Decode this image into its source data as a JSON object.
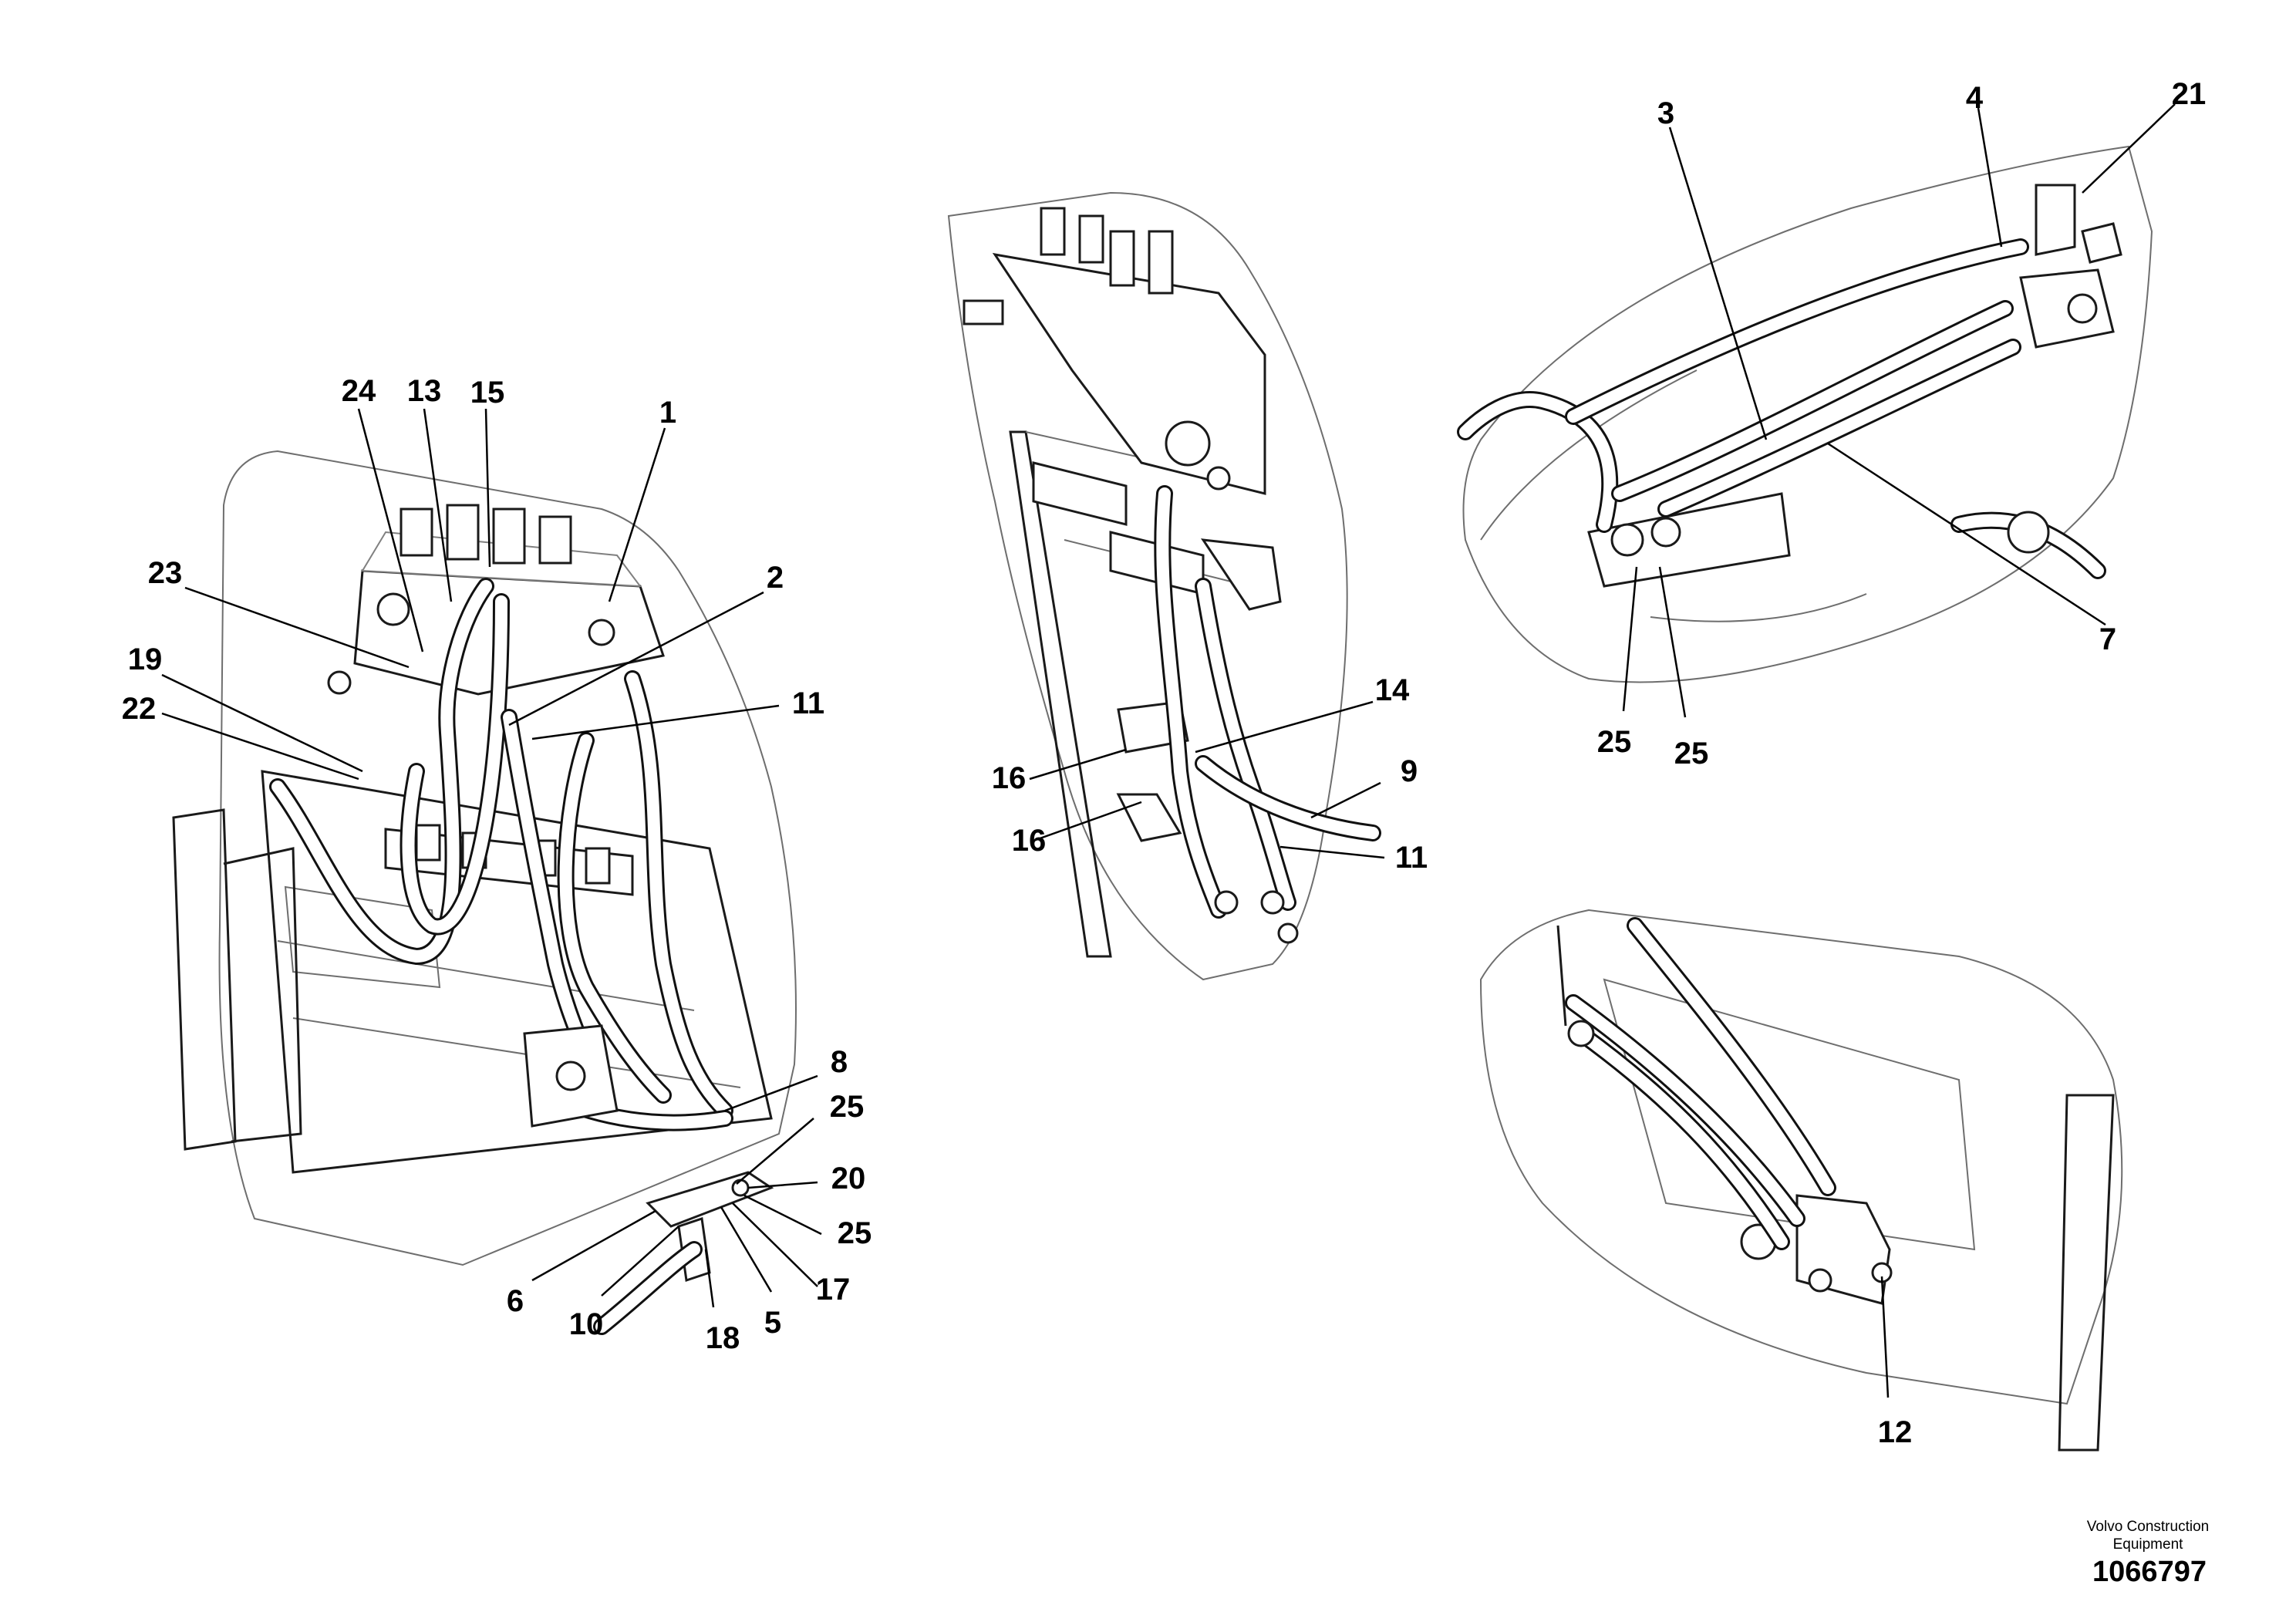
{
  "views": [
    {
      "name": "left-assembly",
      "callouts": [
        "24",
        "13",
        "15",
        "1",
        "23",
        "2",
        "19",
        "22",
        "11",
        "8",
        "25",
        "20",
        "25",
        "6",
        "10",
        "18",
        "5",
        "17"
      ]
    },
    {
      "name": "center-assembly",
      "callouts": [
        "14",
        "16",
        "9",
        "16",
        "11"
      ]
    },
    {
      "name": "top-right-assembly",
      "callouts": [
        "3",
        "4",
        "21",
        "7",
        "25",
        "25"
      ]
    },
    {
      "name": "bottom-right-assembly",
      "callouts": [
        "12"
      ]
    }
  ],
  "footer": {
    "manufacturer_line1": "Volvo Construction",
    "manufacturer_line2": "Equipment",
    "document_number": "1066797"
  }
}
